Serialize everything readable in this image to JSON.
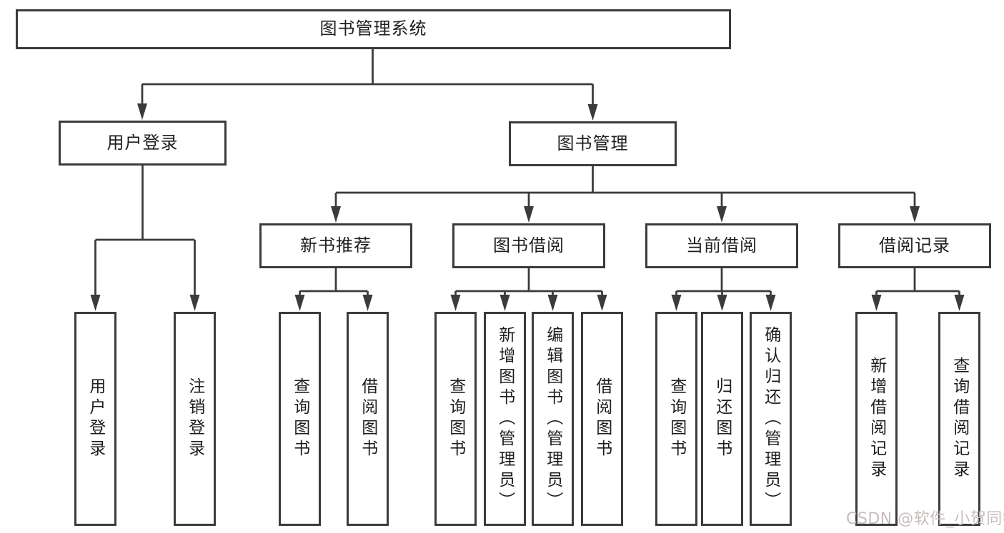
{
  "title": {
    "label": "图书管理系统"
  },
  "l2": [
    {
      "label": "用户登录"
    },
    {
      "label": "图书管理"
    }
  ],
  "l3": [
    {
      "label": "新书推荐"
    },
    {
      "label": "图书借阅"
    },
    {
      "label": "当前借阅"
    },
    {
      "label": "借阅记录"
    }
  ],
  "l4": [
    {
      "label": "用户登录"
    },
    {
      "label": "注销登录"
    },
    {
      "label": "查询图书"
    },
    {
      "label": "借阅图书"
    },
    {
      "label": "查询图书"
    },
    {
      "label": "新增图书（管理员）"
    },
    {
      "label": "编辑图书（管理员）"
    },
    {
      "label": "借阅图书"
    },
    {
      "label": "查询图书"
    },
    {
      "label": "归还图书"
    },
    {
      "label": "确认归还（管理员）"
    },
    {
      "label": "新增借阅记录"
    },
    {
      "label": "查询借阅记录"
    }
  ],
  "watermark": {
    "text": "CSDN @软件_小贺同学"
  },
  "colors": {
    "line": "#3b3b3b",
    "box_border": "#3b3b3b",
    "text": "#1e1e1e",
    "watermark": "#c7bdbd",
    "background": "#ffffff"
  }
}
